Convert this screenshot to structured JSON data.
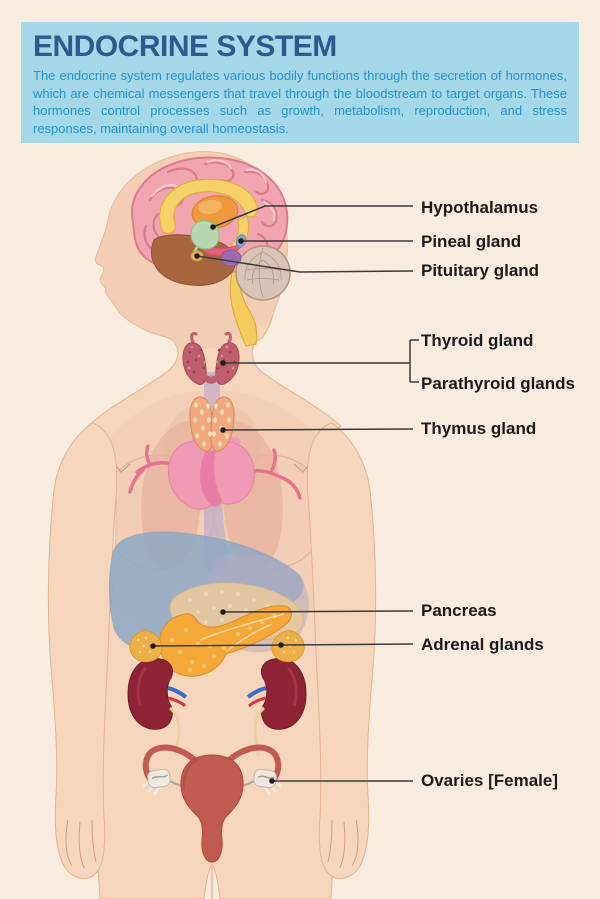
{
  "header": {
    "title": "ENDOCRINE SYSTEM",
    "description": "The endocrine system regulates various bodily functions through the secretion of hormones, which are chemical messengers that travel through the bloodstream to target organs. These hormones control processes such as growth, metabolism, reproduction, and stress responses, maintaining overall homeostasis."
  },
  "labels": {
    "hypothalamus": "Hypothalamus",
    "pineal": "Pineal gland",
    "pituitary": "Pituitary gland",
    "thyroid": "Thyroid gland",
    "parathyroid": "Parathyroid glands",
    "thymus": "Thymus gland",
    "pancreas": "Pancreas",
    "adrenal": "Adrenal glands",
    "ovaries": "Ovaries [Female]"
  },
  "palette": {
    "page_background": "#f8ecdf",
    "header_background": "#a5d8e8",
    "title_color": "#2b5a8c",
    "description_color": "#2294c7",
    "label_color": "#1b1b1b",
    "leader_line_color": "#3a3a3a",
    "skin": "#f5d6bd",
    "brain_pink": "#f1a5b0",
    "cerebellum_tan": "#d9c3b7",
    "thalamus_orange": "#ef993d",
    "hypothalamus_green": "#b5d8b0",
    "pineal_blue": "#8fa3c8",
    "thyroid_red": "#bf5f6d",
    "thymus_peach": "#f0a87c",
    "heart_pink": "#f19ab6",
    "liver_blue": "#8ea9c6",
    "pancreas_orange": "#f4a838",
    "kidney_dark_red": "#8e2433",
    "adrenal_yellow": "#edb049",
    "uterus_red": "#c15a50"
  }
}
